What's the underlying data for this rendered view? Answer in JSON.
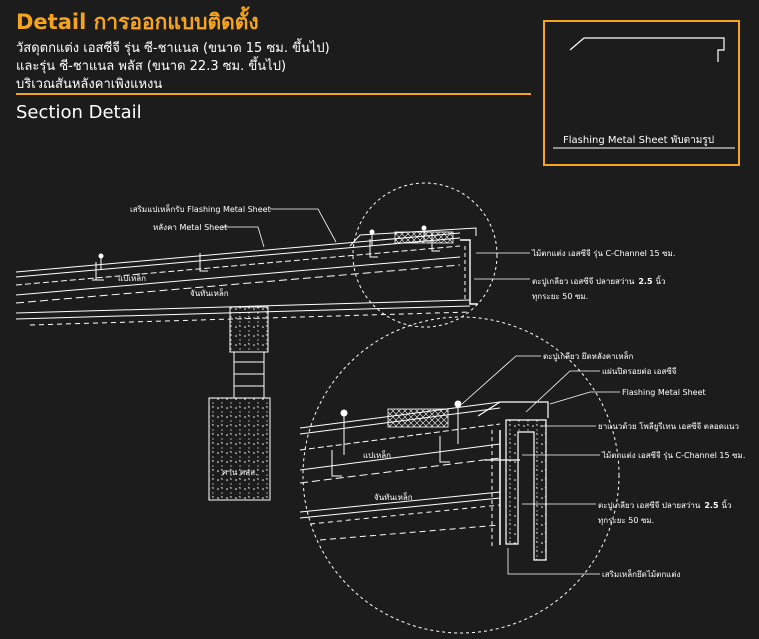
{
  "header": {
    "title": "Detail การออกแบบติดตั้ง",
    "line1": "วัสดุตกแต่ง เอสซีจี รุ่น ซี-ชาแนล (ขนาด 15 ซม. ขึ้นไป)",
    "line2": "และรุ่น ซี-ชาแนล พลัส (ขนาด 22.3 ซม. ขึ้นไป)",
    "line3": "บริเวณสันหลังคาเพิงแหงน",
    "section": "Section Detail"
  },
  "inset": {
    "label": "Flashing Metal Sheet พับตามรูป"
  },
  "labels": {
    "flashing_support": "เสริมแปเหล็กรับ Flashing Metal Sheet",
    "roof_sheet": "หลังคา Metal Sheet",
    "purlin": "แปเหล็ก",
    "rafter": "จันทันเหล็ก",
    "beam": "คาน คสล.",
    "trim_board": "ไม้ตกแต่ง เอสซีจี รุ่น C-Channel 15 ซม.",
    "screw_line1": "ตะปูเกลียว เอสซีจี ปลายสว่าน",
    "screw_size": "2.5",
    "screw_unit": "นิ้ว",
    "screw_line2": "ทุกระยะ 50 ซม.",
    "roof_screw": "ตะปูเกลียว ยึดหลังคาเหล็ก",
    "cover_strip": "แผ่นปิดรอยต่อ เอสซีจี",
    "flashing": "Flashing Metal Sheet",
    "sealant": "ยาแนวด้วย โพลียูรีเทน เอสซีจี ตลอดแนว",
    "steel_support": "เสริมเหล็กยึดไม้ตกแต่ง"
  },
  "colors": {
    "accent": "#f5a41c",
    "background": "#1c1c1c",
    "line": "#ffffff"
  }
}
